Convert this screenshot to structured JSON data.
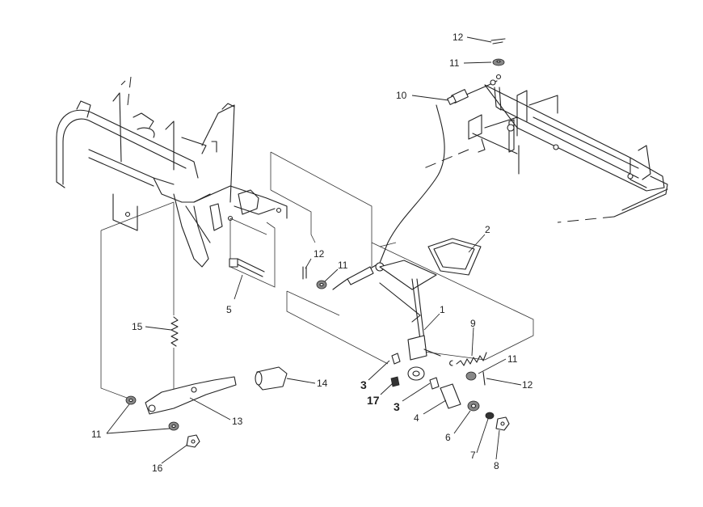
{
  "callouts": [
    {
      "id": "c12a",
      "label": "12"
    },
    {
      "id": "c11a",
      "label": "11"
    },
    {
      "id": "c10",
      "label": "10"
    },
    {
      "id": "c2",
      "label": "2"
    },
    {
      "id": "c12b",
      "label": "12"
    },
    {
      "id": "c11b",
      "label": "11"
    },
    {
      "id": "c5",
      "label": "5"
    },
    {
      "id": "c1",
      "label": "1"
    },
    {
      "id": "c9",
      "label": "9"
    },
    {
      "id": "c15",
      "label": "15"
    },
    {
      "id": "c11c",
      "label": "11"
    },
    {
      "id": "c12c",
      "label": "12"
    },
    {
      "id": "c3a",
      "label": "3"
    },
    {
      "id": "c17",
      "label": "17"
    },
    {
      "id": "c3b",
      "label": "3"
    },
    {
      "id": "c14",
      "label": "14"
    },
    {
      "id": "c13",
      "label": "13"
    },
    {
      "id": "c4",
      "label": "4"
    },
    {
      "id": "c6",
      "label": "6"
    },
    {
      "id": "c7",
      "label": "7"
    },
    {
      "id": "c8",
      "label": "8"
    },
    {
      "id": "c11d",
      "label": "11"
    },
    {
      "id": "c16",
      "label": "16"
    }
  ]
}
